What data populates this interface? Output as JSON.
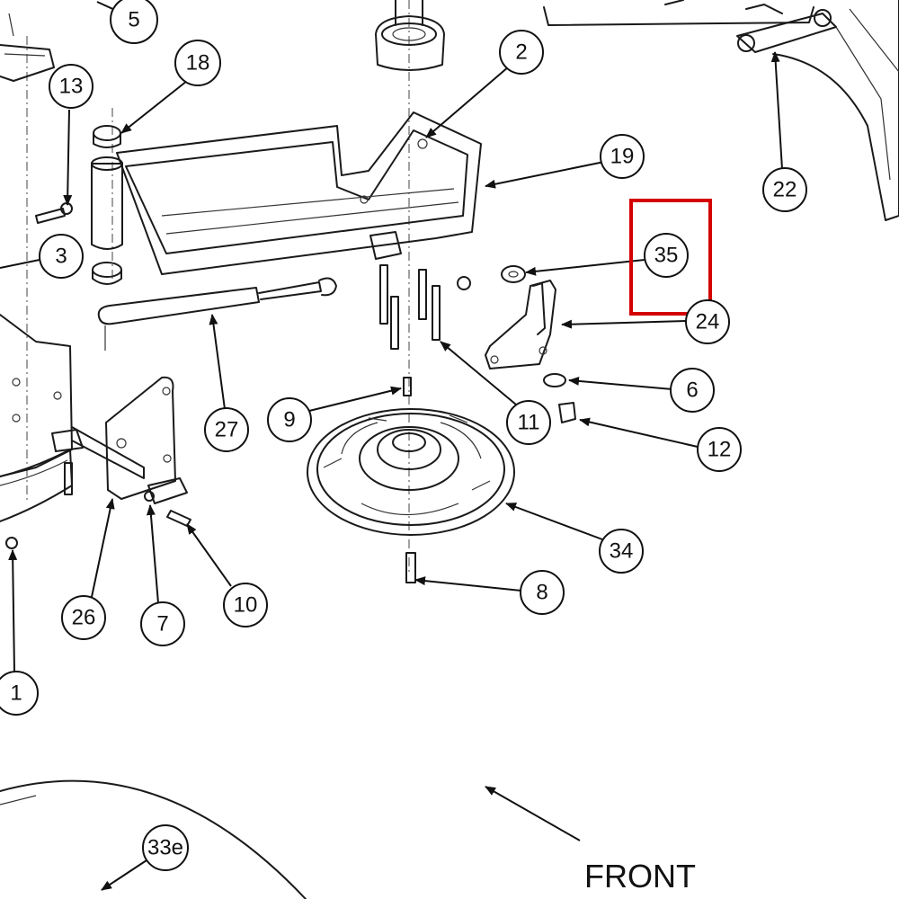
{
  "callouts": [
    "5",
    "18",
    "13",
    "3",
    "2",
    "19",
    "22",
    "35",
    "24",
    "6",
    "12",
    "27",
    "9",
    "11",
    "34",
    "8",
    "26",
    "7",
    "10",
    "1",
    "33e"
  ],
  "highlighted_callout": "35",
  "front_label": "FRONT",
  "colors": {
    "highlight": "#d40000",
    "line": "#1a1a1a",
    "background": "#ffffff"
  }
}
